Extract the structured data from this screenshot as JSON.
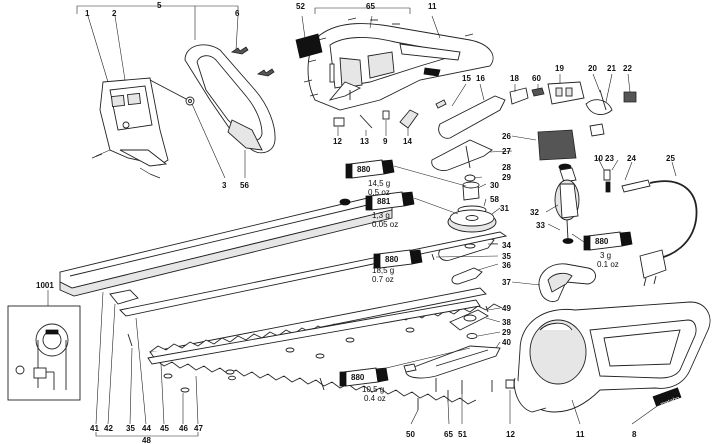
{
  "labels": {
    "l1": "1",
    "l2": "2",
    "l5": "5",
    "l6": "6",
    "l3": "3",
    "l56": "56",
    "l52": "52",
    "l65a": "65",
    "l11a": "11",
    "l15": "15",
    "l16": "16",
    "l18": "18",
    "l60": "60",
    "l19": "19",
    "l20": "20",
    "l21": "21",
    "l22": "22",
    "l12a": "12",
    "l13": "13",
    "l9": "9",
    "l14": "14",
    "l26": "26",
    "l27": "27",
    "l28": "28",
    "l29a": "29",
    "l30": "30",
    "l58": "58",
    "l31": "31",
    "l10": "10",
    "l23": "23",
    "l24": "24",
    "l25": "25",
    "l32": "32",
    "l33": "33",
    "l34": "34",
    "l35a": "35",
    "l36": "36",
    "l37": "37",
    "l1001": "1001",
    "l49": "49",
    "l38": "38",
    "l29b": "29",
    "l40": "40",
    "l41": "41",
    "l42": "42",
    "l35b": "35",
    "l44": "44",
    "l45": "45",
    "l46": "46",
    "l47": "47",
    "l48": "48",
    "l50": "50",
    "l65b": "65",
    "l51": "51",
    "l12b": "12",
    "l11b": "11",
    "l8": "8"
  },
  "tubes": [
    {
      "code": "880",
      "qty1": "14,5 g",
      "qty2": "0.5 oz"
    },
    {
      "code": "881",
      "qty1": "1,3 g",
      "qty2": "0.05 oz"
    },
    {
      "code": "880",
      "qty1": "18,5 g",
      "qty2": "0.7 oz"
    },
    {
      "code": "880",
      "qty1": "3 g",
      "qty2": "0.1 oz"
    },
    {
      "code": "880",
      "qty1": "10,5 g",
      "qty2": "0.4 oz"
    }
  ],
  "brand": "metabo",
  "colors": {
    "line": "#222222",
    "background": "#ffffff",
    "shade": "#e6e6e6"
  }
}
